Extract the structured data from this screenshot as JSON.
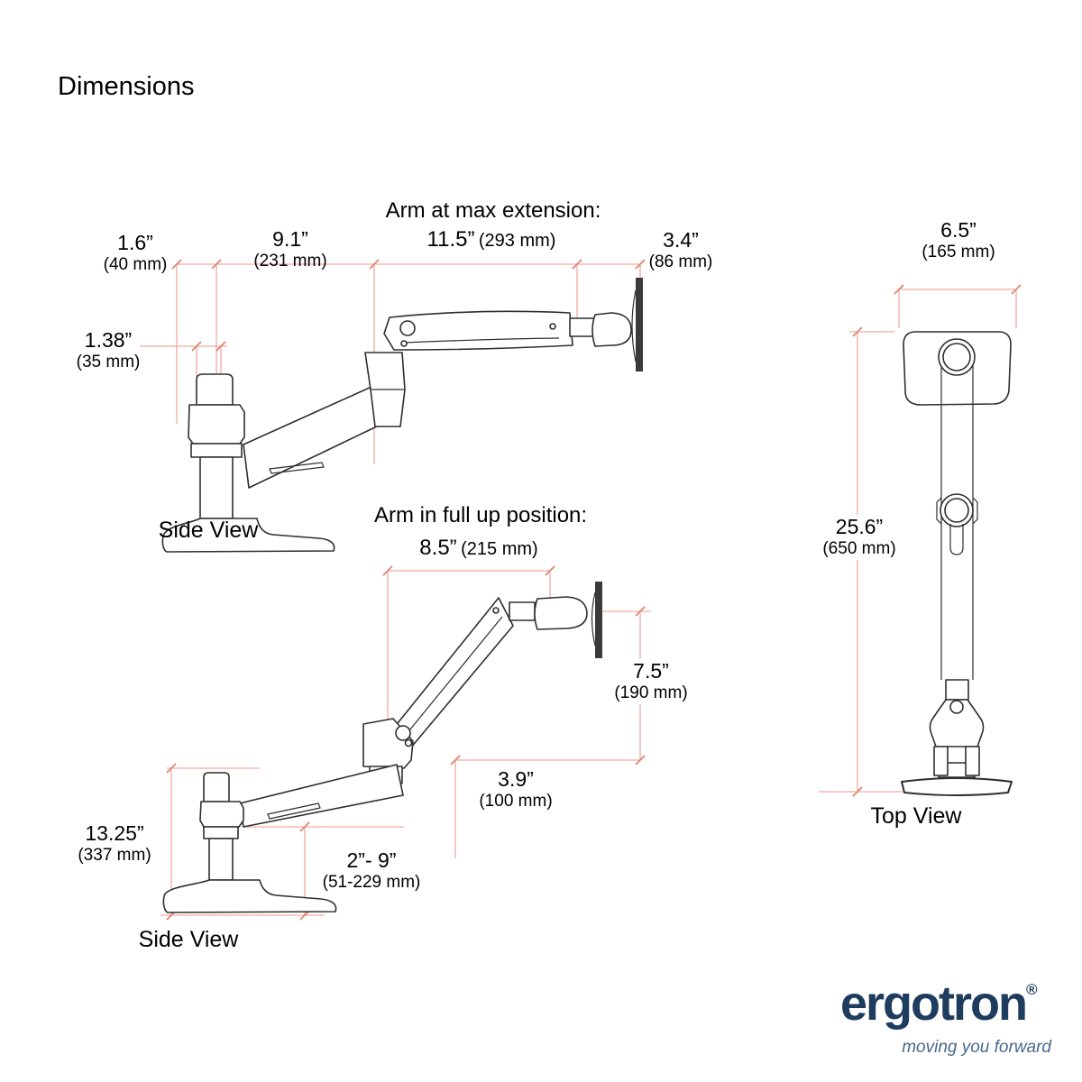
{
  "title": "Dimensions",
  "colors": {
    "dimension_line": "#efaca3",
    "dimension_tick": "#dd8472",
    "drawing_outline": "#2e2e2e",
    "monitor_plate_fill": "#3a3a3a",
    "logo_navy": "#1e3c5e",
    "logo_tagline_blue": "#49688b"
  },
  "max_extension": {
    "heading": "Arm at max extension:",
    "value_in": "11.5”",
    "value_mm": "(293 mm)",
    "dim_offset_in": "1.6”",
    "dim_offset_mm": "(40 mm)",
    "dim_arm_in": "9.1”",
    "dim_arm_mm": "(231 mm)",
    "dim_head_in": "3.4”",
    "dim_head_mm": "(86 mm)",
    "dim_pole_in": "1.38”",
    "dim_pole_mm": "(35 mm)",
    "caption": "Side View"
  },
  "full_up": {
    "heading": "Arm in full up position:",
    "value_in": "8.5”",
    "value_mm": "(215 mm)",
    "dim_drop_in": "7.5”",
    "dim_drop_mm": "(190 mm)",
    "dim_fore_in": "3.9”",
    "dim_fore_mm": "(100 mm)",
    "dim_height_in": "13.25”",
    "dim_height_mm": "(337 mm)",
    "dim_range_in": "2”- 9”",
    "dim_range_mm": "(51-229 mm)",
    "caption": "Side View"
  },
  "top_view": {
    "dim_width_in": "6.5”",
    "dim_width_mm": "(165 mm)",
    "dim_length_in": "25.6”",
    "dim_length_mm": "(650 mm)",
    "caption": "Top View"
  },
  "logo": {
    "brand": "ergotron",
    "reg": "®",
    "tagline": "moving you forward"
  }
}
